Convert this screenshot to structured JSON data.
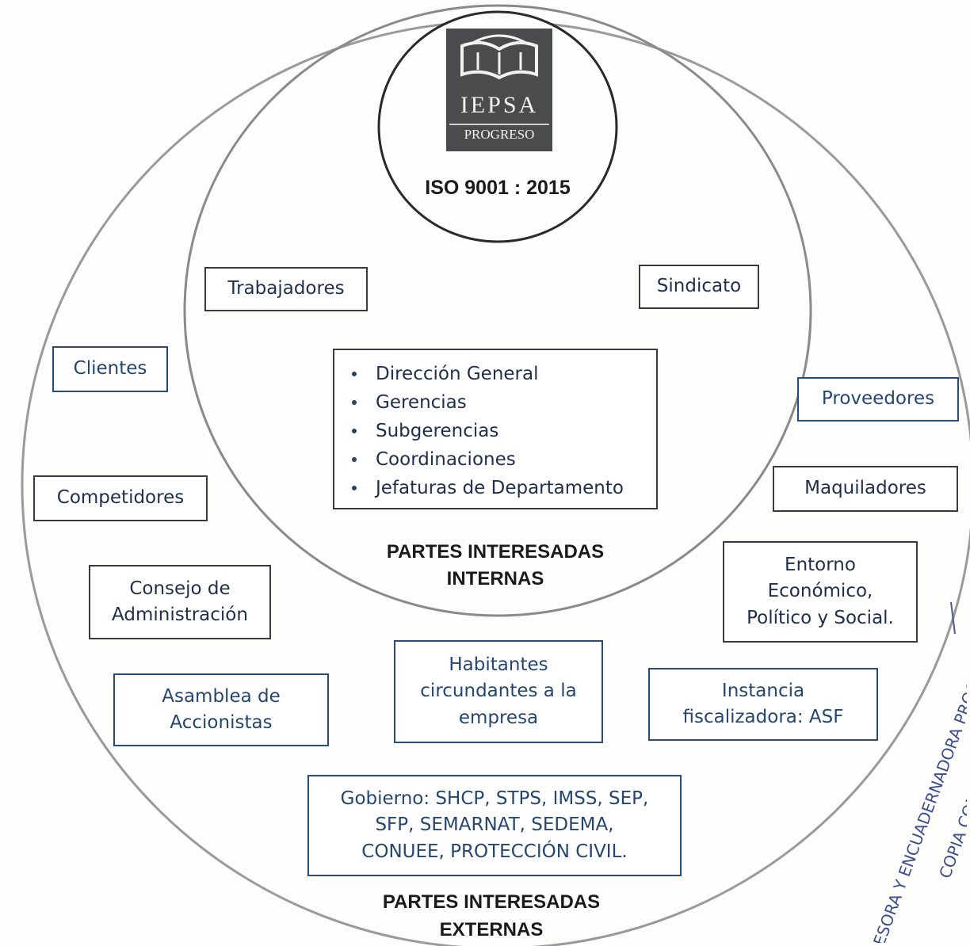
{
  "logo": {
    "brand": "IEPSA",
    "subtitle": "PROGRESO"
  },
  "standard": "ISO 9001 : 2015",
  "internal": {
    "boxes": {
      "trabajadores": "Trabajadores",
      "sindicato": "Sindicato"
    },
    "list": [
      "Dirección General",
      "Gerencias",
      "Subgerencias",
      "Coordinaciones",
      "Jefaturas de Departamento"
    ],
    "label_line1": "PARTES INTERESADAS",
    "label_line2": "INTERNAS"
  },
  "external": {
    "clientes": "Clientes",
    "competidores": "Competidores",
    "consejo_line1": "Consejo de",
    "consejo_line2": "Administración",
    "asamblea_line1": "Asamblea de",
    "asamblea_line2": "Accionistas",
    "habitantes_line1": "Habitantes",
    "habitantes_line2": "circundantes a la",
    "habitantes_line3": "empresa",
    "proveedores": "Proveedores",
    "maquiladores": "Maquiladores",
    "entorno_line1": "Entorno",
    "entorno_line2": "Económico,",
    "entorno_line3": "Político y Social.",
    "instancia_line1": "Instancia",
    "instancia_line2": "fiscalizadora:  ASF",
    "gobierno_line1": "Gobierno: SHCP, STPS, IMSS, SEP,",
    "gobierno_line2": "SFP, SEMARNAT, SEDEMA,",
    "gobierno_line3": "CONUEE, PROTECCIÓN CIVIL.",
    "label_line1": "PARTES INTERESADAS",
    "label_line2": "EXTERNAS"
  },
  "stamp": {
    "line1": "ESORA Y ENCUADERNADORA PROG",
    "line2": "COPIA CON"
  }
}
